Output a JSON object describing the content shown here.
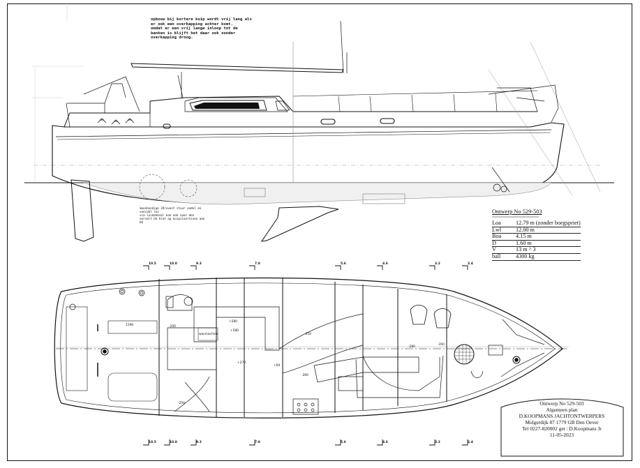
{
  "notes": {
    "top_lines": [
      "opbouw bij kortere kuip wordt vrij lang als",
      "er ook een overkapping achter komt.",
      "omdat er een vrij lange inloop tot de",
      "banken is blijft het daar ook zonder",
      "overkapping droog."
    ],
    "rudder_lines": [
      "moonhendige 29/evenf stuur ondel en",
      "voorobl los",
      "via luikdeksel kan ook naar den",
      "vervalt de klat op kuipiloorniveo aan",
      "bb"
    ]
  },
  "specs": {
    "title": "Ontwerp No 529-503",
    "rows": [
      {
        "key": "Loa",
        "value": "12.79 m  (zonder boegspriet)"
      },
      {
        "key": "Lwl",
        "value": "12.00 m"
      },
      {
        "key": "Boa",
        "value": "4.15 m"
      },
      {
        "key": "D",
        "value": "1.60 m"
      },
      {
        "key": "V",
        "value": "13 m ^ 3"
      },
      {
        "key": "ball",
        "value": "4300 kg"
      }
    ]
  },
  "title_block": {
    "design_no": "Ontwerp No 529-503",
    "drawing": "Algemeen plan",
    "firm": "D.KOOPMANS  JACHTONTWERPERS",
    "address": "Molgerdijk 87 1779 GB Den Oever",
    "contact": "Tel 0227-820002 get : D.Koopmans Jr",
    "date": "11-05-2023"
  },
  "sections_top": [
    "10.5",
    "10.0",
    "9.3",
    "7.8",
    "5.6",
    "4.6",
    "3.2",
    "2.4"
  ],
  "sections_bottom": [
    "10.5",
    "10.0",
    "9.3",
    "7.8",
    "5.6",
    "4.6",
    "3.2",
    "2.4"
  ],
  "plan_tags": {
    "level_a": "-250",
    "level_b": "+580",
    "level_c": "+580",
    "washer": "wasmachine",
    "level_d": "-250",
    "level_e": "-280",
    "level_f": "-350",
    "level_g": "+270",
    "level_h": "+60",
    "level_i": "-260",
    "level_j": "-250",
    "dim_1190": "1190"
  }
}
